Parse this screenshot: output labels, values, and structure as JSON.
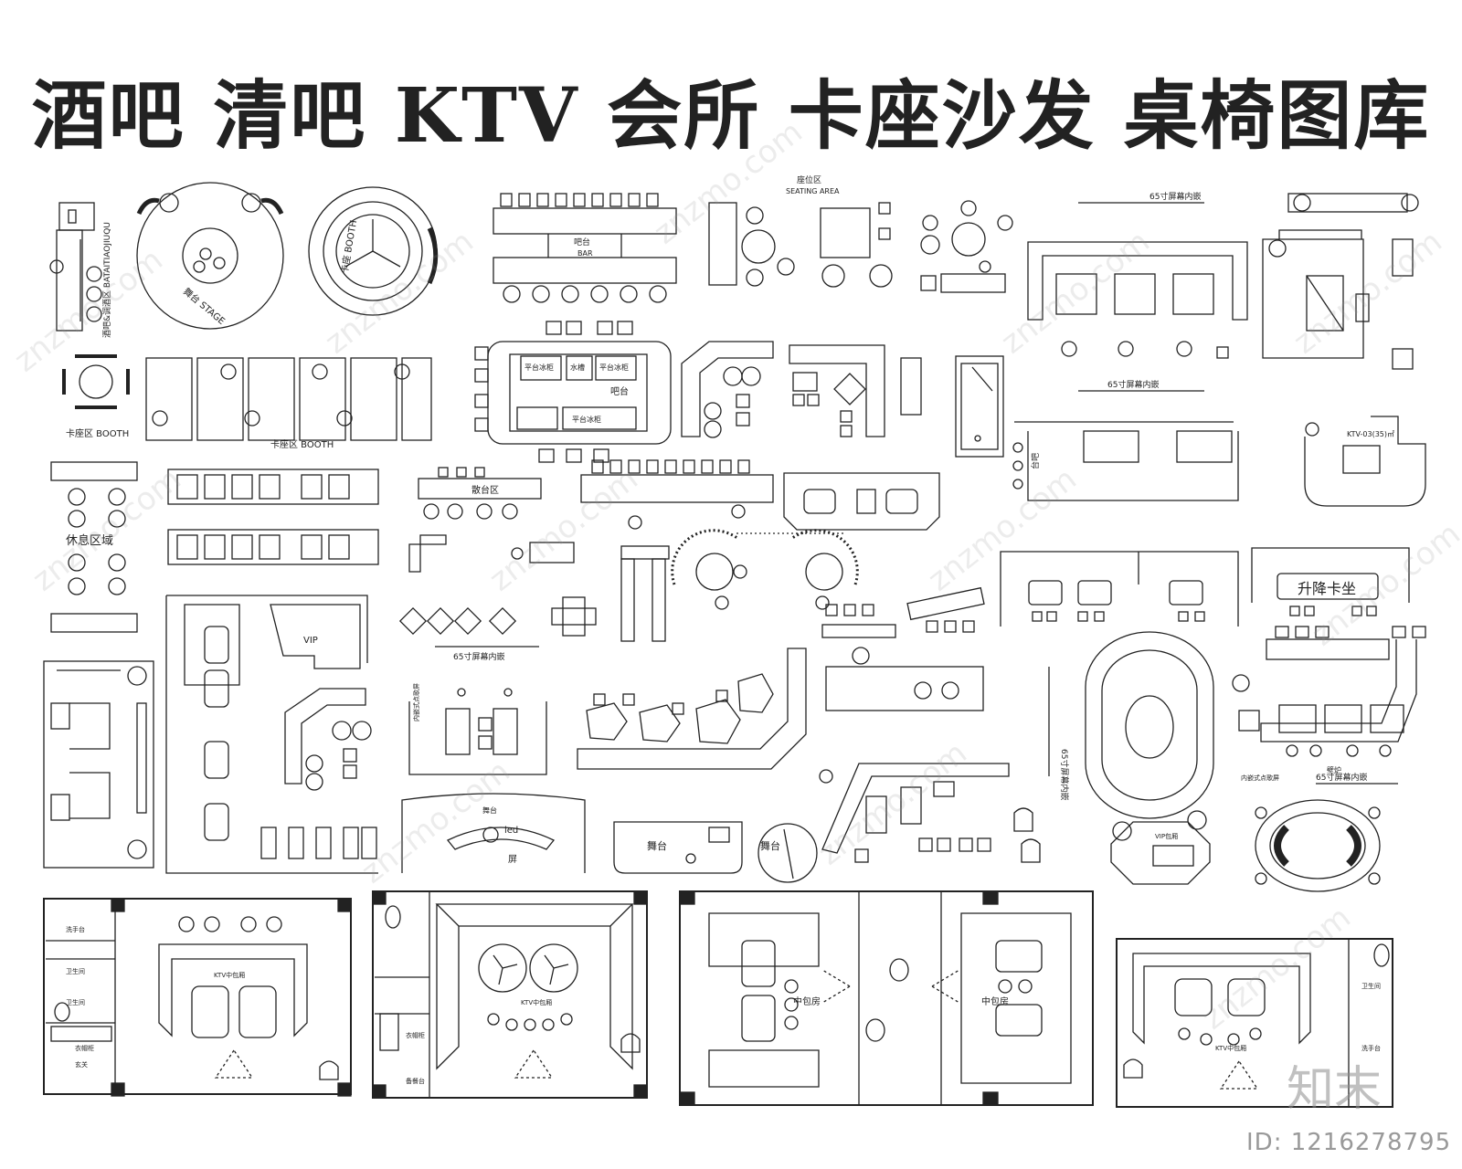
{
  "title": "酒吧 清吧 KTV 会所 卡座沙发 桌椅图库",
  "labels": {
    "seating_area_cn": "座位区",
    "seating_area_en": "SEATING AREA",
    "bar_cn": "吧台",
    "bar_en": "BAR",
    "stage_cn": "舞台",
    "stage_en": "STAGE",
    "booth_cn": "卡座",
    "booth_en": "BOOTH",
    "booth_area": "卡座区 BOOTH",
    "bar_mixing_area": "酒吧&调酒区 BATAITIAOJIUQU",
    "scattered_seats": "散台区",
    "rest_area": "休息区域",
    "platform_fridge": "平台冰柜",
    "sink": "水槽",
    "bar_counter": "吧台",
    "vip": "VIP",
    "vip_room": "VIP包厢",
    "screen_65": "65寸屏幕内嵌",
    "screen_65_vertical": "65寸屏幕内嵌",
    "embedded_song_screen": "内嵌式点歌屏",
    "lift_booth": "升降卡坐",
    "led_screen_1": "led",
    "led_screen_2": "屏",
    "stage": "舞台",
    "medium_room": "中包房",
    "ktv_medium_room": "KTV中包厢",
    "ktv_03": "KTV-03(35)㎡",
    "toilet": "卫生间",
    "wash_basin": "洗手台",
    "pantry": "备餐台",
    "wardrobe": "衣帽柜",
    "entrance": "玄关",
    "fireplace": "壁炉",
    "bar_side": "台吧"
  },
  "watermark": "znzmo.com",
  "logo_text": "知末",
  "image_id": "ID: 1216278795"
}
